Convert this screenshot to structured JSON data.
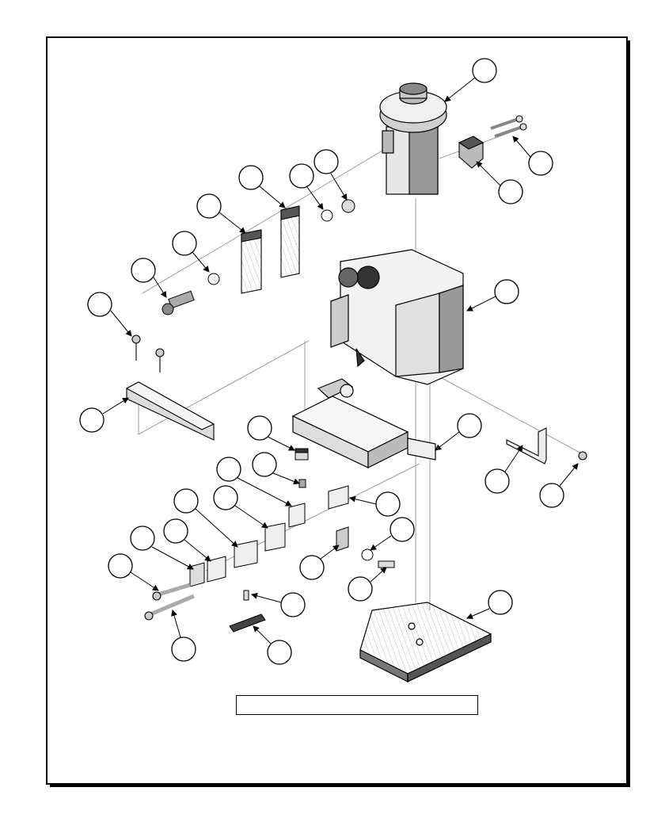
{
  "document": {
    "caption": ""
  },
  "callouts": [
    {
      "id": "callout-1"
    },
    {
      "id": "callout-2"
    },
    {
      "id": "callout-3"
    },
    {
      "id": "callout-4"
    },
    {
      "id": "callout-5"
    },
    {
      "id": "callout-6"
    },
    {
      "id": "callout-7"
    },
    {
      "id": "callout-8"
    },
    {
      "id": "callout-9"
    },
    {
      "id": "callout-10"
    },
    {
      "id": "callout-11"
    },
    {
      "id": "callout-12"
    },
    {
      "id": "callout-13"
    },
    {
      "id": "callout-14"
    },
    {
      "id": "callout-15"
    },
    {
      "id": "callout-16"
    },
    {
      "id": "callout-17"
    },
    {
      "id": "callout-18"
    },
    {
      "id": "callout-19"
    },
    {
      "id": "callout-20"
    },
    {
      "id": "callout-21"
    },
    {
      "id": "callout-22"
    },
    {
      "id": "callout-23"
    },
    {
      "id": "callout-24"
    },
    {
      "id": "callout-25"
    },
    {
      "id": "callout-26"
    },
    {
      "id": "callout-27"
    },
    {
      "id": "callout-28"
    },
    {
      "id": "callout-29"
    },
    {
      "id": "callout-30"
    },
    {
      "id": "callout-31"
    }
  ]
}
